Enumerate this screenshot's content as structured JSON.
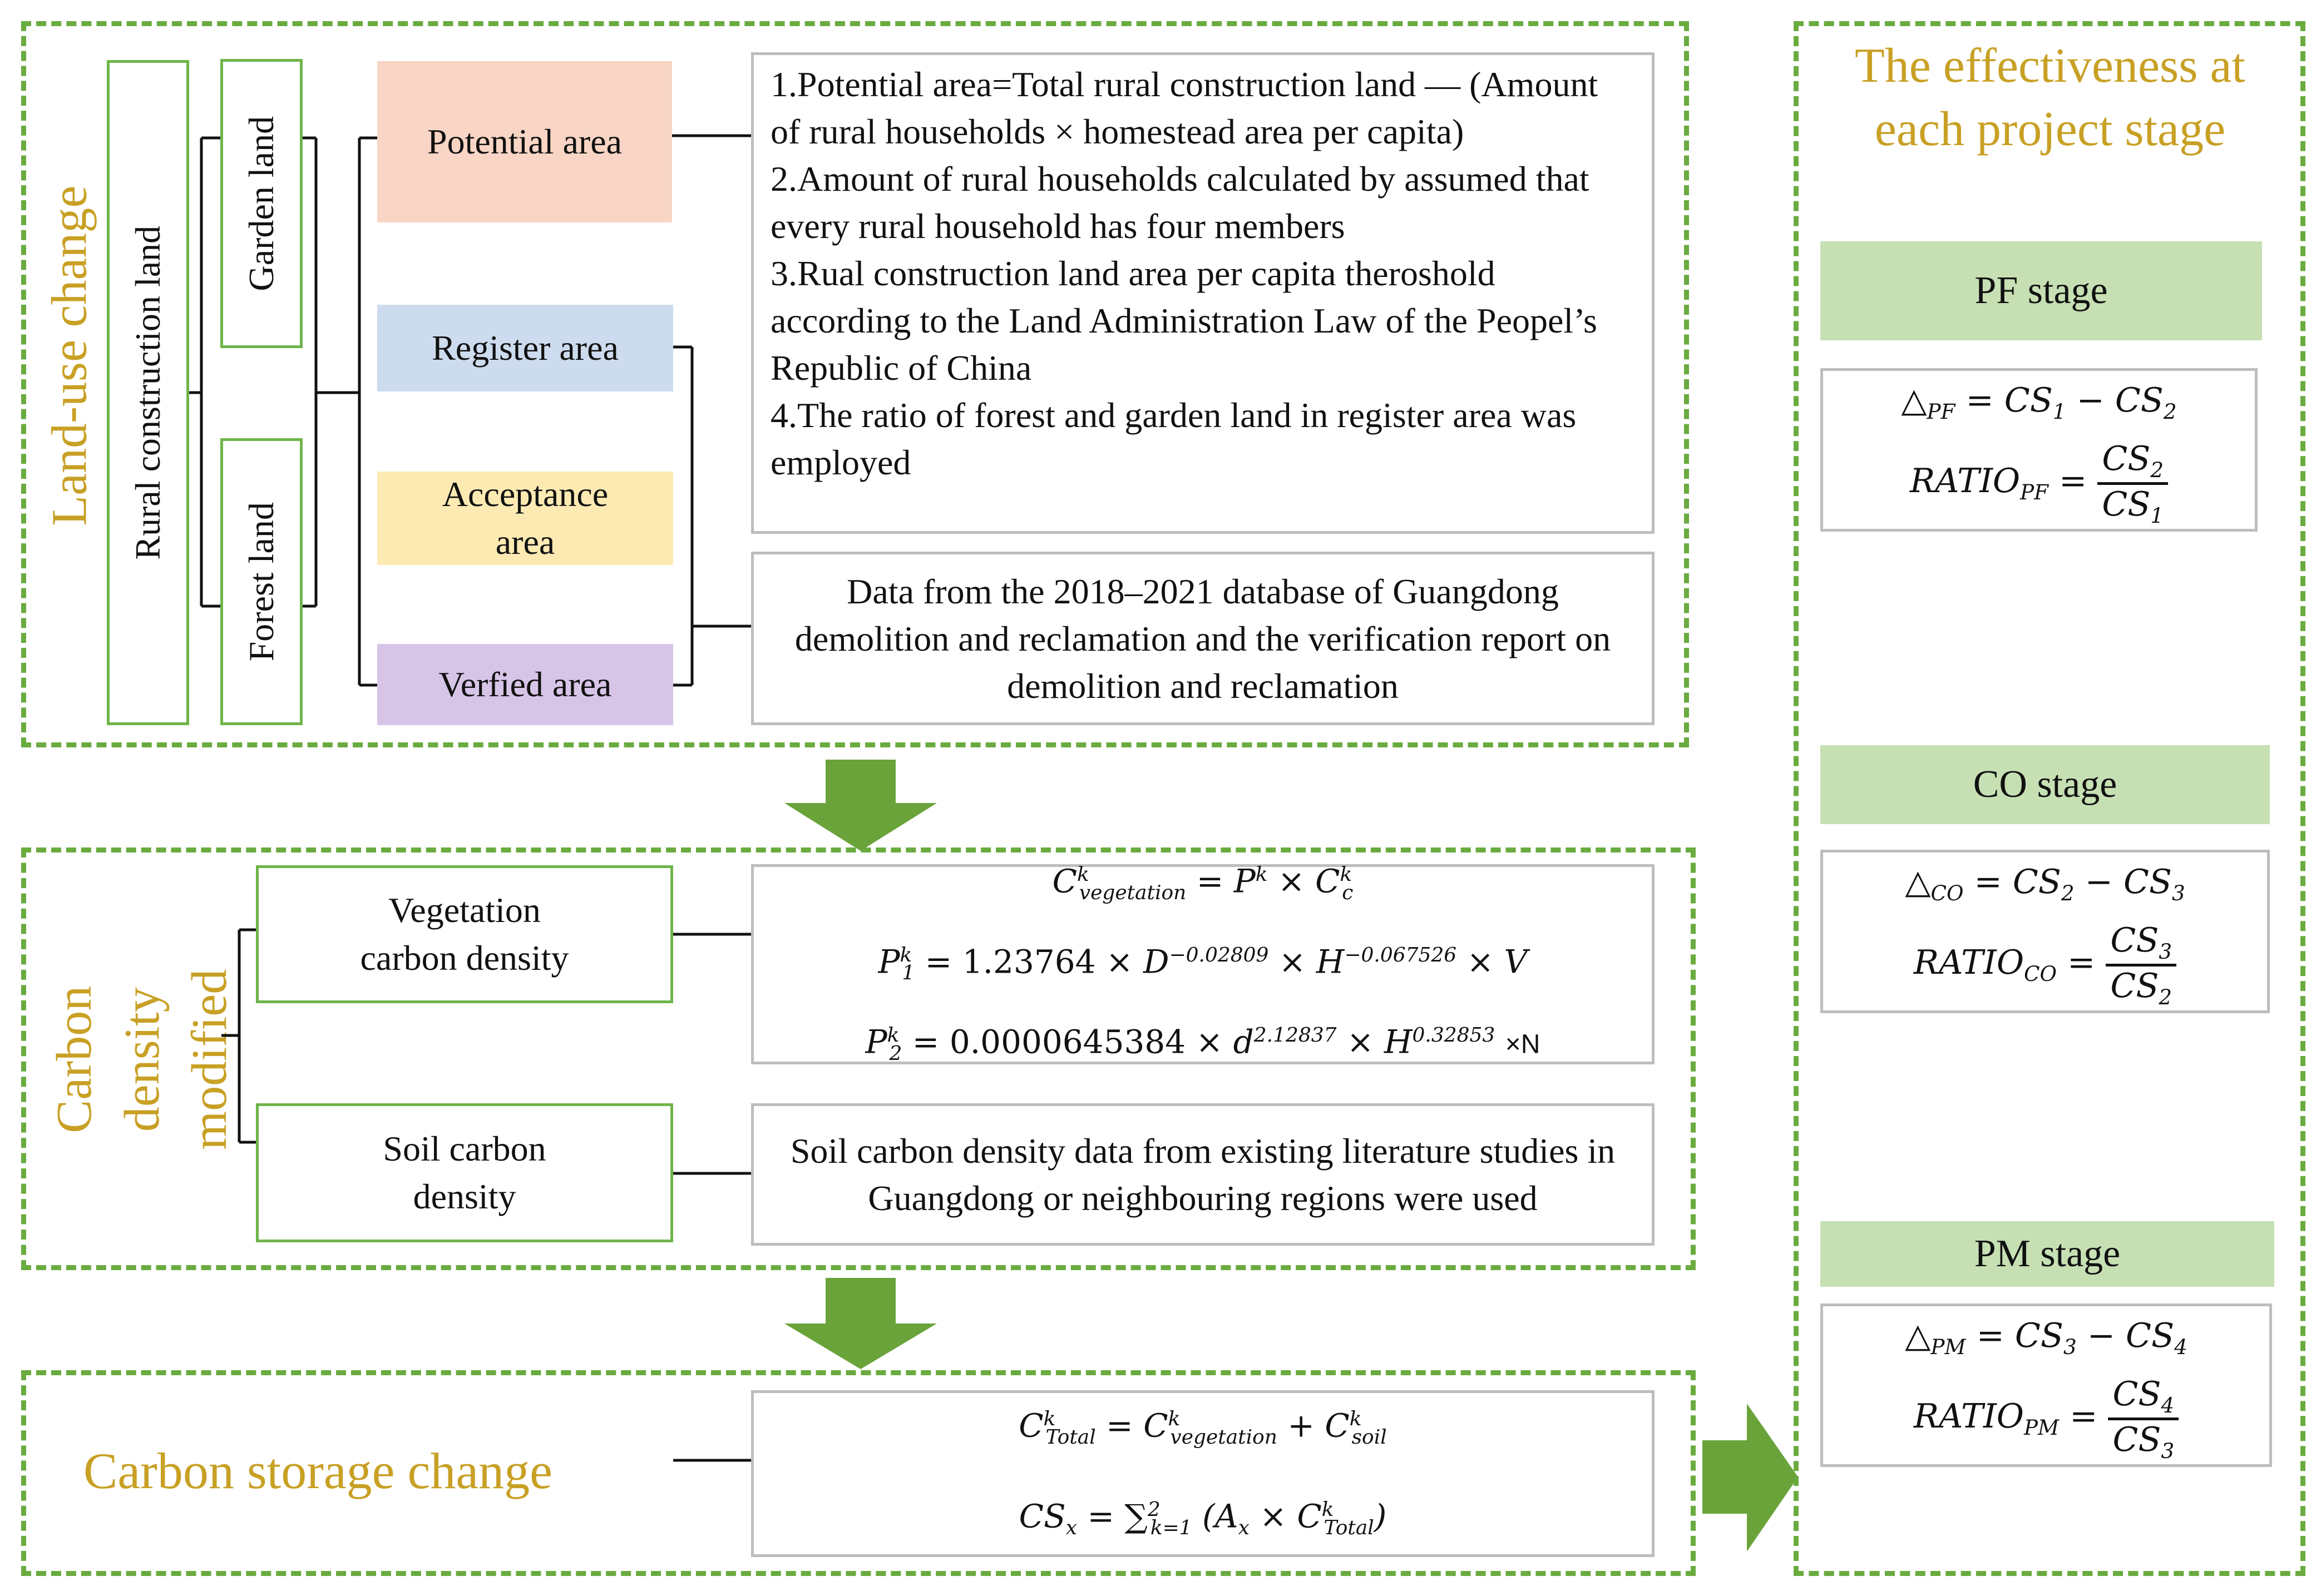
{
  "colors": {
    "dash": "#6aab3f",
    "gold": "#c8a024",
    "potential": "#f8d5c4",
    "register": "#cddbee",
    "acceptance": "#fdeab3",
    "verified": "#d7c5e7",
    "stage_fill": "#c6e0b4",
    "arrow": "#69a33a"
  },
  "landuse": {
    "section_title": "Land-use change",
    "rural_label": "Rural construction land",
    "garden_label": "Garden land",
    "forest_label": "Forest land",
    "areas": [
      "Potential area",
      "Register area",
      "Acceptance area",
      "Verfied area"
    ],
    "notes": [
      "1.Potential area=Total rural construction land — (Amount of rural households × homestead area per capita)",
      "2.Amount of rural households calculated by assumed that every rural household has four members",
      "3.Rual construction land area per capita theroshold according to the Land Administration Law of the Peopel’s Republic of China",
      "4.The ratio of forest and garden land in register area was employed"
    ],
    "data_source": "Data from the 2018–2021 database of Guangdong demolition and reclamation and the verification report on  demolition and reclamation"
  },
  "carbon_density": {
    "section_title": "Carbon density modified",
    "vegetation_label": "Vegetation carbon density",
    "soil_label": "Soil carbon density",
    "soil_text": "Soil carbon density data from existing literature studies in Guangdong or neighbouring regions were used",
    "formula_veg": "C_vegetation^k = P^k × C_c^k",
    "formula_p1": "P_1^k = 1.23764 × D^-0.02809 × H^-0.067526 × V",
    "formula_p2": "P_2^k = 0.0000645384 × d^2.12837 × H^0.32853 ×N",
    "p1_coef": "1.23764",
    "p1_exp_d": "−0.02809",
    "p1_exp_h": "−0.067526",
    "p2_coef": "0.0000645384",
    "p2_exp_d": "2.12837",
    "p2_exp_h": "0.32853"
  },
  "carbon_storage": {
    "section_title": "Carbon storage change",
    "formula_total": "C_Total^k = C_vegetation^k + C_soil^k",
    "formula_cs": "CS_x = Σ_{k=1}^{2} (A_x × C_Total^k)"
  },
  "effectiveness": {
    "title": "The effectiveness at each project stage",
    "stages": [
      {
        "name": "PF stage",
        "delta": "△PF = CS1 − CS2",
        "ratio": "RATIO_PF = CS2 / CS1"
      },
      {
        "name": "CO stage",
        "delta": "△CO = CS2 − CS3",
        "ratio": "RATIO_CO = CS3 / CS2"
      },
      {
        "name": "PM stage",
        "delta": "△PM = CS3 − CS4",
        "ratio": "RATIO_PM = CS4 / CS3"
      }
    ]
  }
}
